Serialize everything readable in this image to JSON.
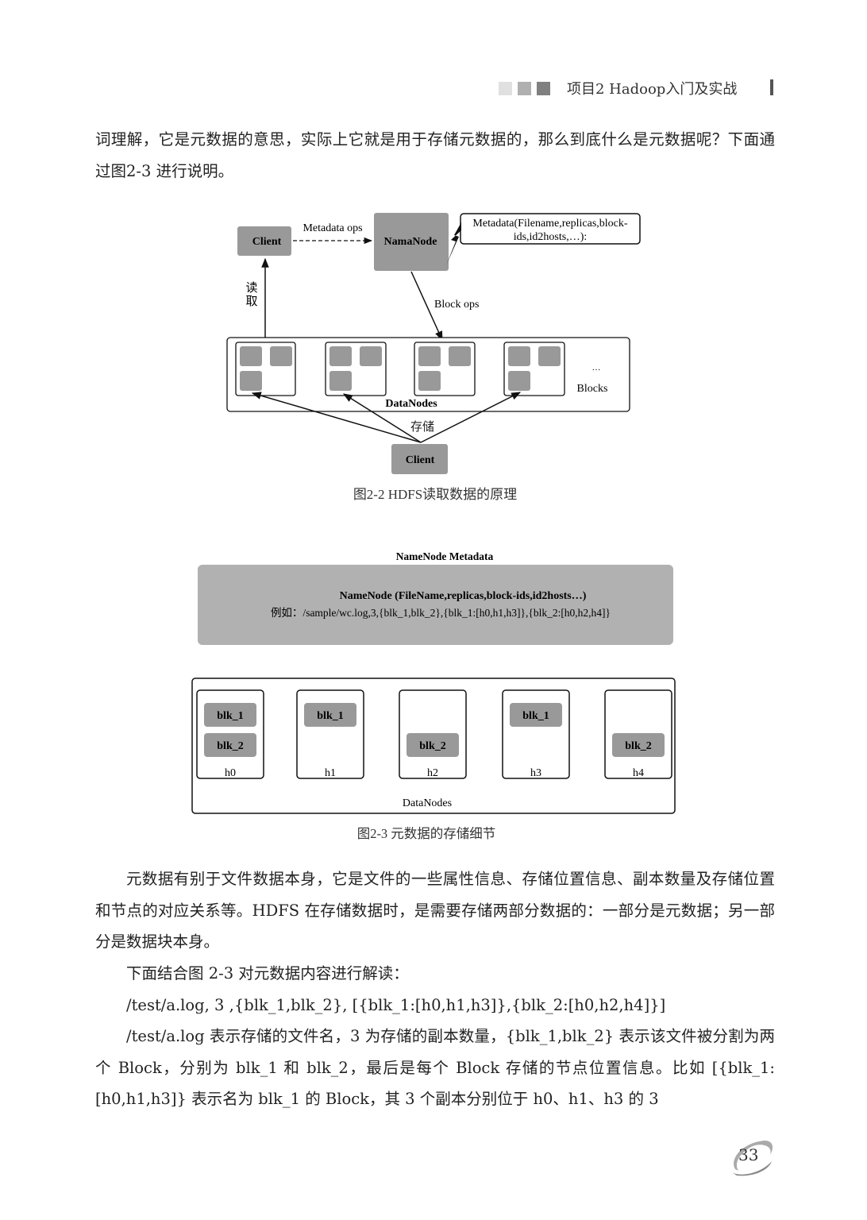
{
  "header": {
    "title": "项目2 Hadoop入门及实战",
    "square_colors": [
      "#e0e0e0",
      "#b0b0b0",
      "#808080"
    ]
  },
  "intro_lines": [
    "词理解，它是元数据的意思，实际上它就是用于存储元数据的，那么到底什么是元数据呢？下面通过图2-3 进行说明。"
  ],
  "figure1": {
    "client_top": "Client",
    "metadata_ops": "Metadata ops",
    "namenode": "NamaNode",
    "metadata_line1": "Metadata(Filename,replicas,block-",
    "metadata_line2": "ids,id2hosts,…):",
    "read_char1": "读",
    "read_char2": "取",
    "block_ops": "Block ops",
    "ellipsis": "…",
    "blocks": "Blocks",
    "datanodes": "DataNodes",
    "store": "存储",
    "client_bottom": "Client",
    "caption": "图2-2   HDFS读取数据的原理"
  },
  "figure2": {
    "title": "NameNode Metadata",
    "line1": "NameNode (FileName,replicas,block-ids,id2hosts…)",
    "line2": "例如：/sample/wc.log,3,{blk_1,blk_2},{blk_1:[h0,h1,h3]},{blk_2:[h0,h2,h4]}",
    "nodes": [
      {
        "host": "h0",
        "blk1": "blk_1",
        "blk2": "blk_2"
      },
      {
        "host": "h1",
        "blk1": "blk_1",
        "blk2": null
      },
      {
        "host": "h2",
        "blk1": null,
        "blk2": "blk_2"
      },
      {
        "host": "h3",
        "blk1": "blk_1",
        "blk2": null
      },
      {
        "host": "h4",
        "blk1": null,
        "blk2": "blk_2"
      }
    ],
    "datanodes": "DataNodes",
    "caption": "图2-3 元数据的存储细节"
  },
  "body": {
    "p1": "元数据有别于文件数据本身，它是文件的一些属性信息、存储位置信息、副本数量及存储位置和节点的对应关系等。HDFS 在存储数据时，是需要存储两部分数据的：一部分是元数据；另一部分是数据块本身。",
    "p2": "下面结合图 2-3 对元数据内容进行解读：",
    "p3": "/test/a.log, 3 ,{blk_1,blk_2}, [{blk_1:[h0,h1,h3]},{blk_2:[h0,h2,h4]}]",
    "p4": "/test/a.log 表示存储的文件名，3 为存储的副本数量，{blk_1,blk_2} 表示该文件被分割为两个 Block，分别为 blk_1 和 blk_2，最后是每个 Block 存储的节点位置信息。比如 [{blk_1:[h0,h1,h3]} 表示名为 blk_1 的 Block，其 3 个副本分别位于 h0、h1、h3 的 3"
  },
  "page_number": "33"
}
